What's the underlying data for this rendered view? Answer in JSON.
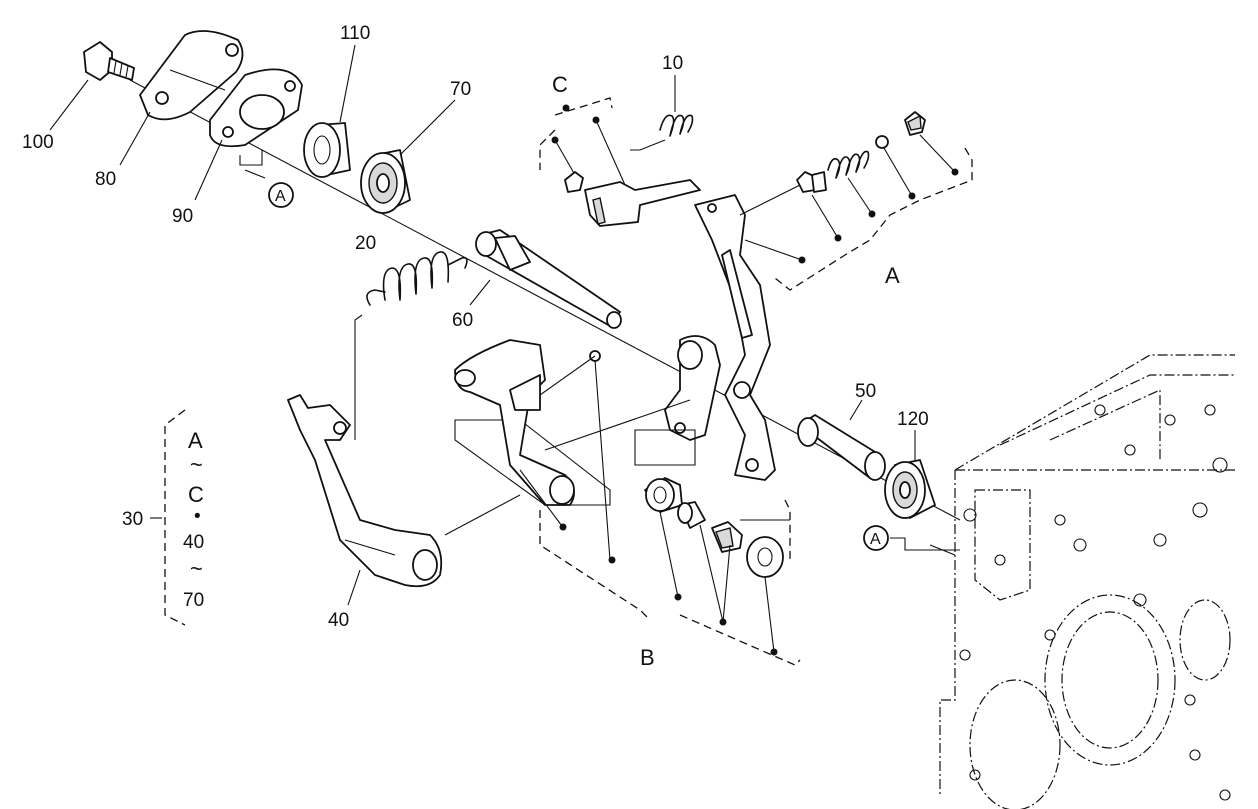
{
  "labels": {
    "p10": "10",
    "p20": "20",
    "p30": "30",
    "p40": "40",
    "p50": "50",
    "p60": "60",
    "p70": "70",
    "p80": "80",
    "p90": "90",
    "p100": "100",
    "p110": "110",
    "p120": "120"
  },
  "groups": {
    "a": "A",
    "b": "B",
    "c": "C"
  },
  "refs": {
    "a_top": "A",
    "a_bottom": "A"
  },
  "range_note": {
    "a": "A",
    "tilde1": "~",
    "c": "C",
    "bullet": "•",
    "p40": "40",
    "tilde2": "~",
    "p70": "70"
  }
}
